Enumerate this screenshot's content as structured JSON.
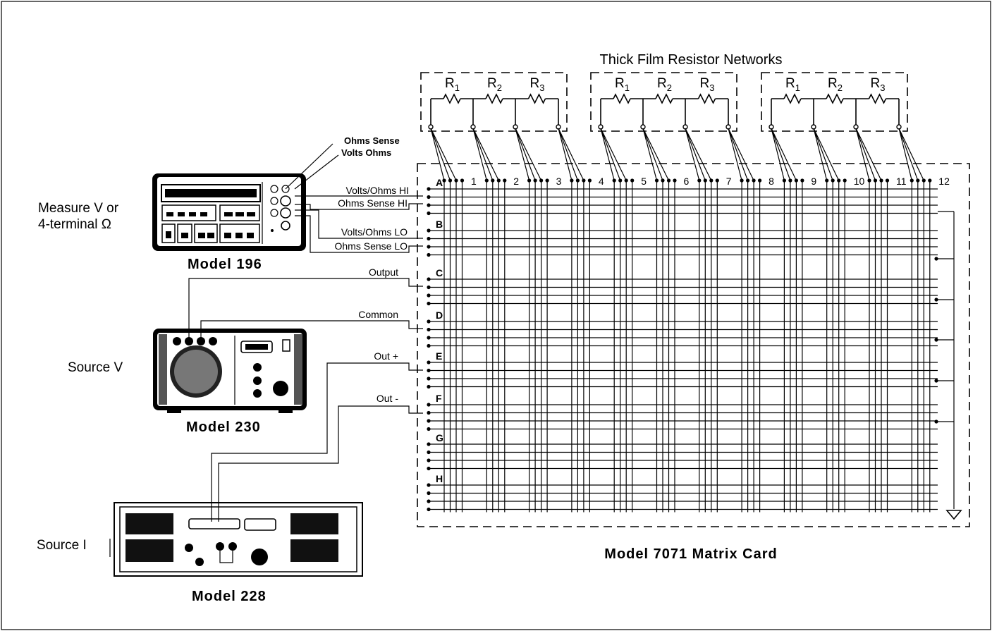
{
  "diagram": {
    "networks_title": "Thick Film Resistor Networks",
    "resistor_labels": [
      {
        "base": "R",
        "sub": "1"
      },
      {
        "base": "R",
        "sub": "2"
      },
      {
        "base": "R",
        "sub": "3"
      }
    ],
    "card_label": "Model 7071 Matrix Card",
    "row_labels": [
      "A",
      "B",
      "C",
      "D",
      "E",
      "F",
      "G",
      "H"
    ],
    "column_labels": [
      "1",
      "2",
      "3",
      "4",
      "5",
      "6",
      "7",
      "8",
      "9",
      "10",
      "11",
      "12"
    ],
    "instruments": {
      "dmm": {
        "model": "Model 196",
        "function": [
          "Measure V or",
          "4-terminal Ω"
        ],
        "terminal_callouts": [
          "Ohms Sense",
          "Volts Ohms"
        ],
        "connections": [
          "Volts/Ohms HI",
          "Ohms Sense HI",
          "Volts/Ohms LO",
          "Ohms Sense LO"
        ]
      },
      "voltage_source": {
        "model": "Model 230",
        "function": "Source V",
        "connections": [
          "Output",
          "Common"
        ]
      },
      "current_source": {
        "model": "Model 228",
        "function": "Source I",
        "connections": [
          "Out +",
          "Out -"
        ]
      }
    }
  }
}
